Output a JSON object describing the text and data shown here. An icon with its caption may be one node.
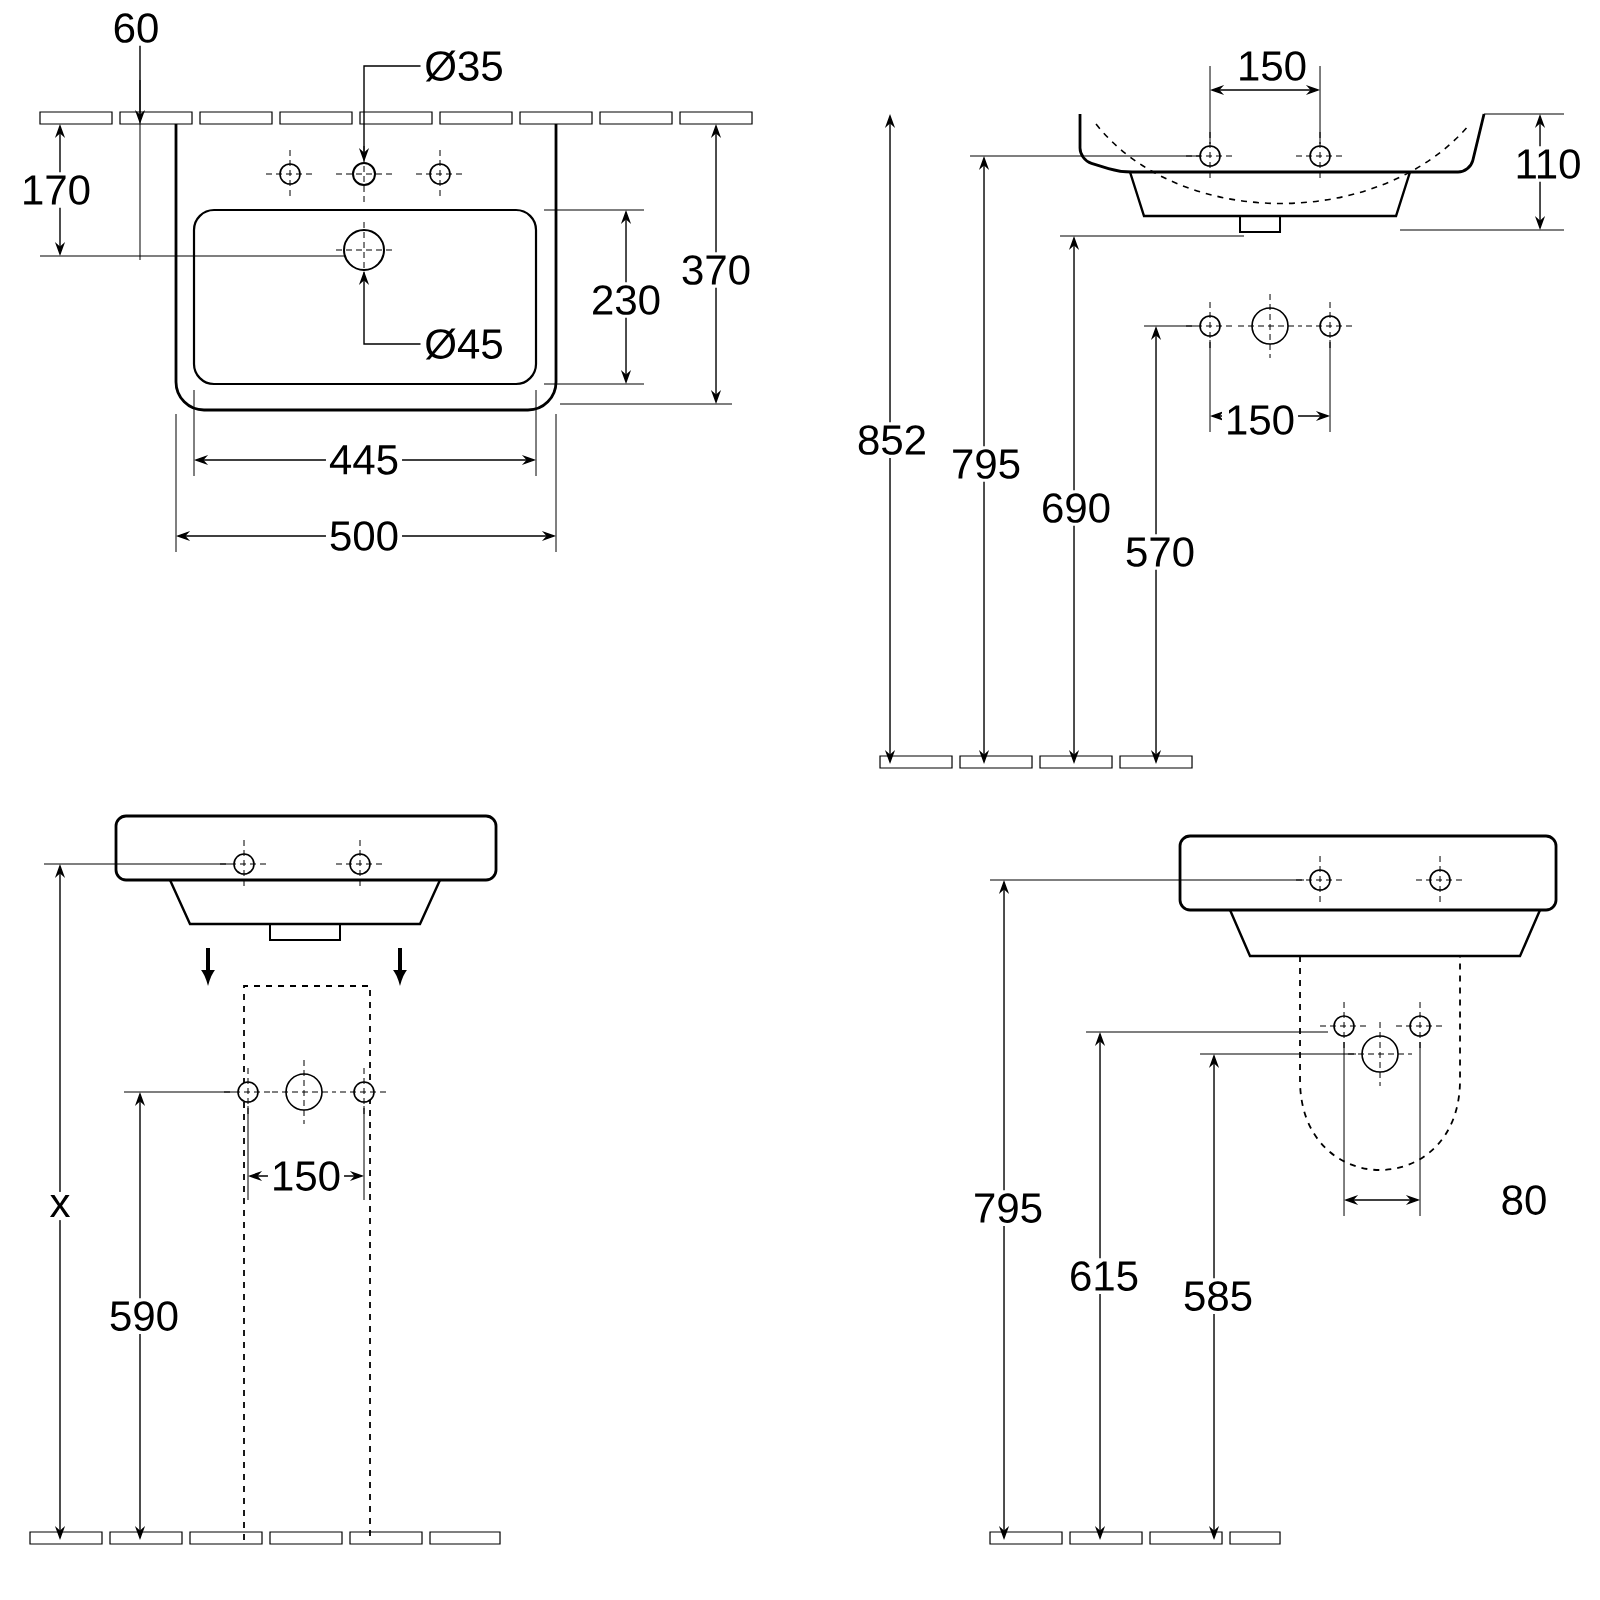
{
  "diagram": {
    "nodes": [
      {
        "text": [
          "Ø35"
        ]
      },
      {
        "text": [],
        "shape": "circle"
      },
      {
        "text": [
          "Ø45"
        ]
      },
      {
        "text": [],
        "shape": "circle"
      }
    ],
    "edges": [
      {
        "from": 0,
        "to": 1,
        "arrow": "to"
      },
      {
        "from": 2,
        "to": 3,
        "arrow": "to"
      }
    ],
    "labels": [
      "60",
      "170",
      "370",
      "230",
      "445",
      "500",
      "150",
      "110",
      "852",
      "795",
      "690",
      "570",
      "150",
      "x",
      "590",
      "150",
      "795",
      "615",
      "585",
      "80"
    ]
  }
}
